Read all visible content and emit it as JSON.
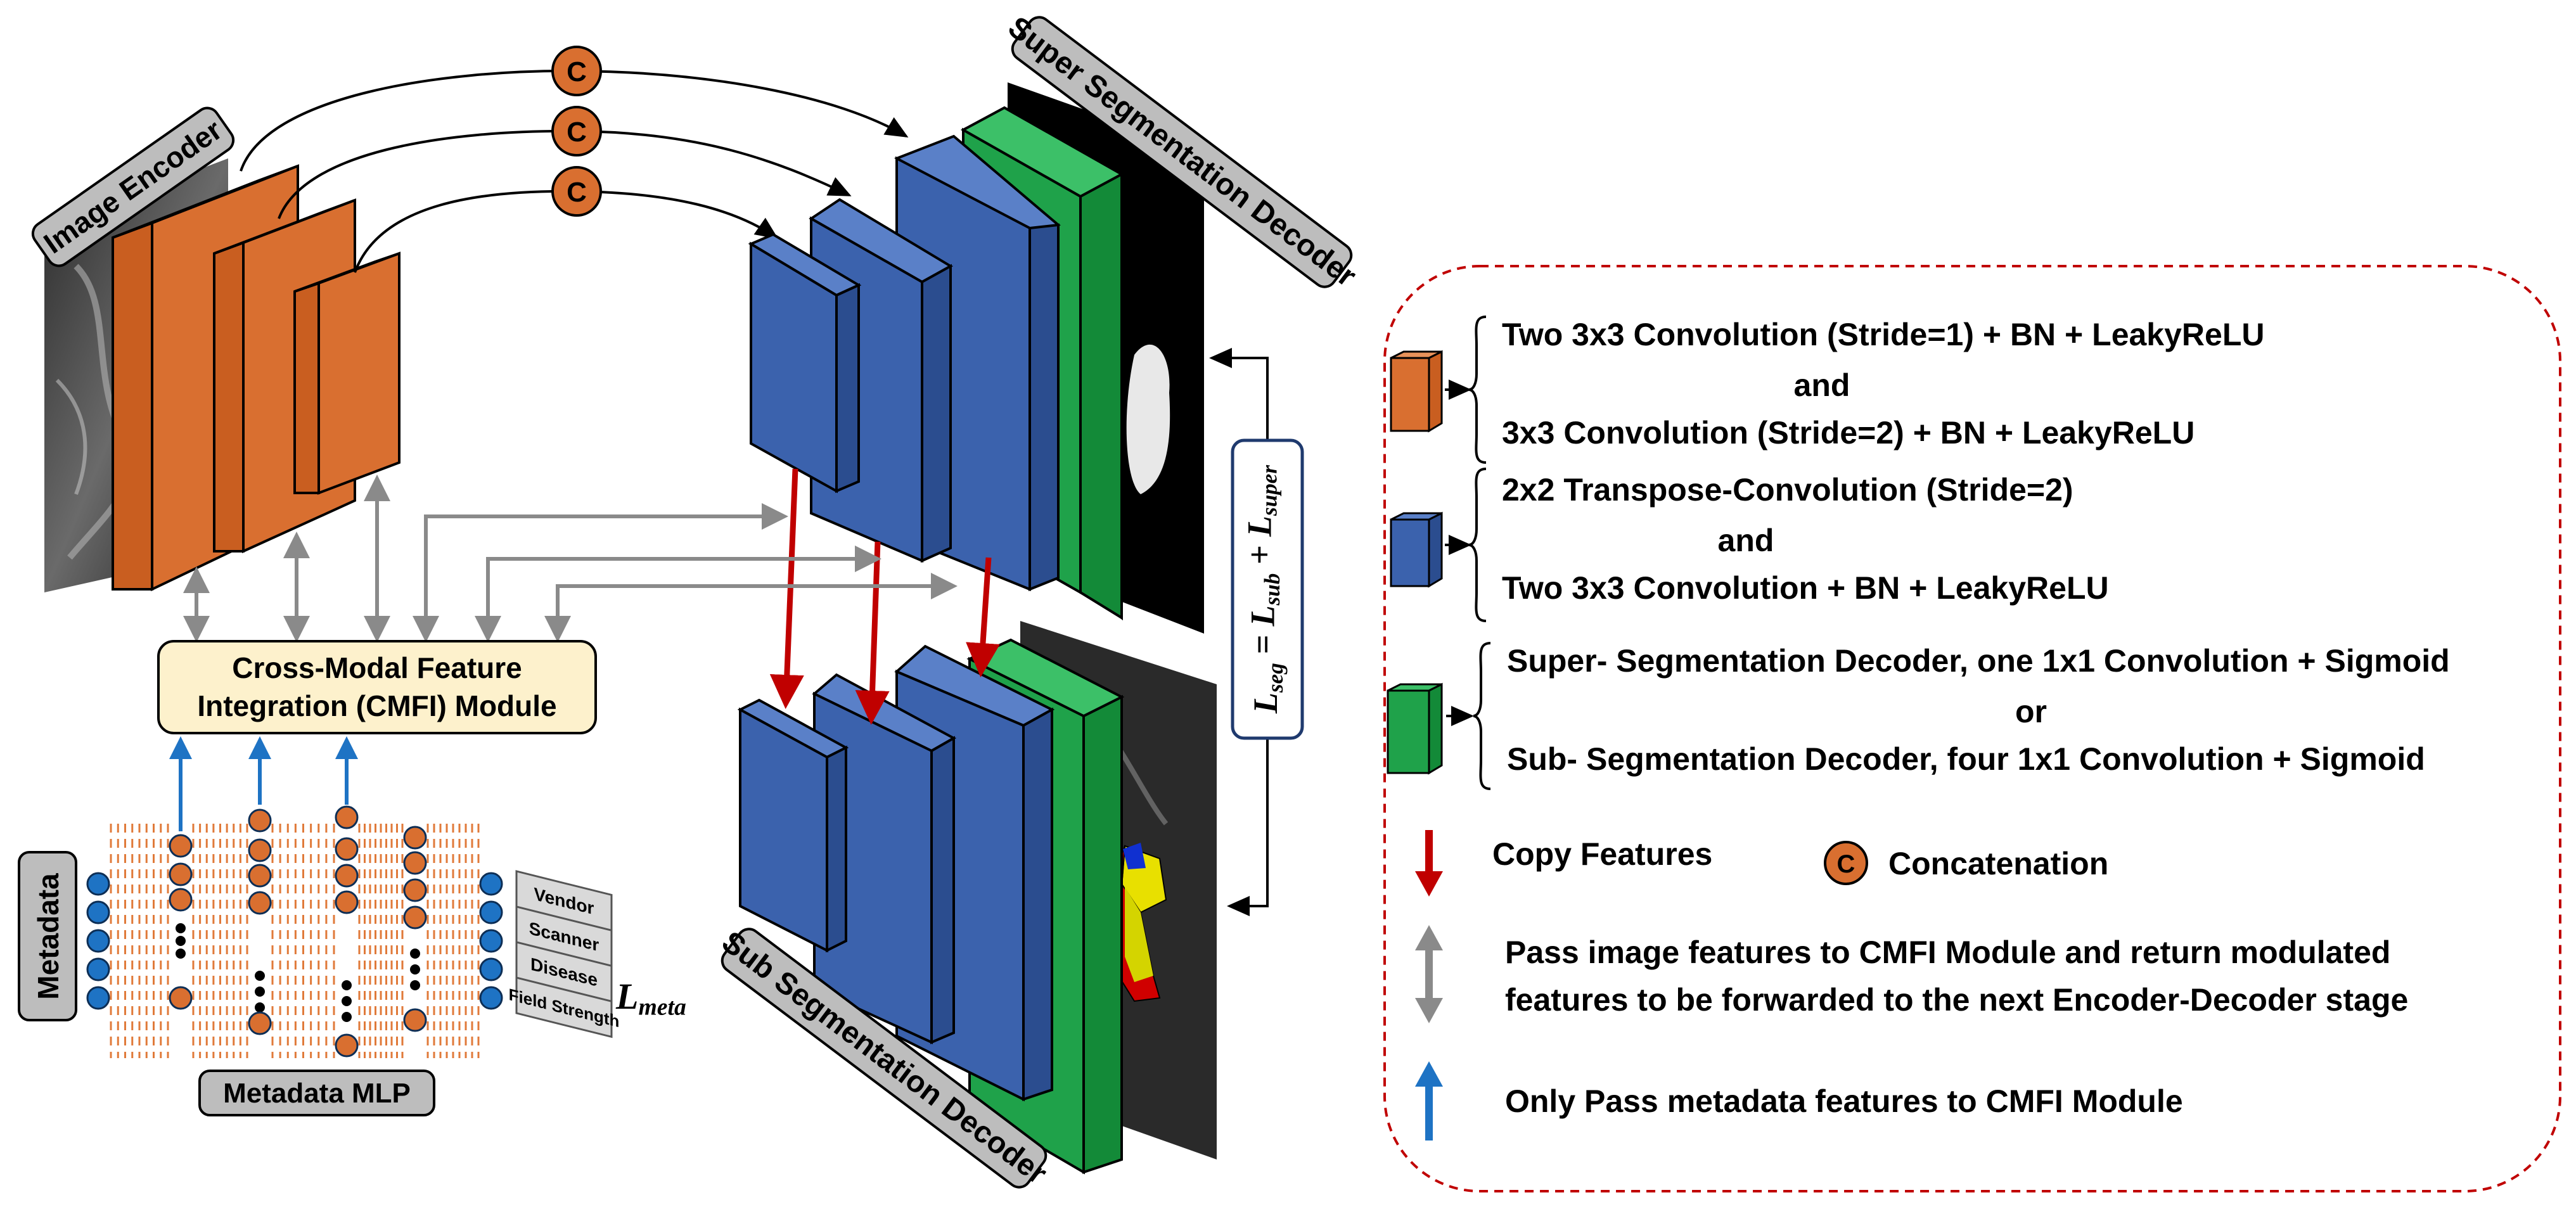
{
  "labels": {
    "image_encoder": "Image Encoder",
    "super_decoder": "Super Segmentation Decoder",
    "sub_decoder": "Sub Segmentation Decoder",
    "cmfi_line1": "Cross-Modal Feature",
    "cmfi_line2": "Integration (CMFI) Module",
    "metadata": "Metadata",
    "metadata_mlp": "Metadata MLP",
    "concat_symbol": "C",
    "loss_seg": "L_seg = L_sub + L_super",
    "loss_meta": "L_meta"
  },
  "meta_outputs": [
    "Vendor",
    "Scanner",
    "Disease",
    "Field Strength"
  ],
  "legend": {
    "orange_line1": "Two 3x3 Convolution (Stride=1) + BN + LeakyReLU",
    "orange_and": "and",
    "orange_line2": "3x3 Convolution (Stride=2) + BN + LeakyReLU",
    "blue_line1": "2x2 Transpose-Convolution (Stride=2)",
    "blue_and": "and",
    "blue_line2": "Two 3x3 Convolution + BN + LeakyReLU",
    "green_line1": "Super- Segmentation Decoder, one 1x1 Convolution + Sigmoid",
    "green_or": "or",
    "green_line2": "Sub- Segmentation Decoder, four 1x1 Convolution + Sigmoid",
    "copy_features": "Copy Features",
    "concatenation": "Concatenation",
    "gray_line1": "Pass image features to CMFI Module and return modulated",
    "gray_line2": "features to be forwarded to the next Encoder-Decoder stage",
    "blue_arrow": "Only Pass metadata features to CMFI Module"
  },
  "colors": {
    "encoder_orange": "#d96f30",
    "decoder_blue": "#3b62ad",
    "output_green": "#1fa24a",
    "cmfi_fill": "#fdf1cc",
    "copy_red": "#c00000",
    "gray_arrow": "#8a8a8a",
    "meta_arrow_blue": "#1e73c4",
    "legend_border": "#c00000"
  }
}
